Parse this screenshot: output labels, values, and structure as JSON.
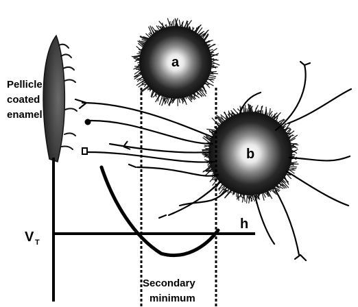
{
  "labels": {
    "enamel": [
      "Pellicle",
      "coated",
      "enamel"
    ],
    "bacterium_a": "a",
    "bacterium_b": "b",
    "vt_main": "V",
    "vt_sub": "T",
    "axis_h": "h",
    "minimum": [
      "Secondary",
      "minimum"
    ]
  }
}
